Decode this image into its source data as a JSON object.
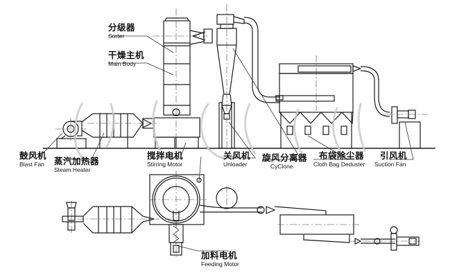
{
  "title": "Flash Dryer System Layout",
  "labels": {
    "sorter": {
      "cn": "分级器",
      "en": "Sorter"
    },
    "main_body": {
      "cn": "干燥主机",
      "en": "Main Body"
    },
    "blast_fan": {
      "cn": "鼓风机",
      "en": "Blast Fan"
    },
    "steam_heater": {
      "cn": "蒸汽加热器",
      "en": "Steam Heater"
    },
    "stirring_motor": {
      "cn": "搅拌电机",
      "en": "Stirring Motor"
    },
    "unloader": {
      "cn": "关风机",
      "en": "Unloader"
    },
    "cyclone": {
      "cn": "旋风分离器",
      "en": "CyClone"
    },
    "cloth_bag": {
      "cn": "布袋除尘器",
      "en": "Cloth Bag Deduster"
    },
    "suction_fan": {
      "cn": "引风机",
      "en": "Suction Fan"
    },
    "feeding_motor": {
      "cn": "加料电机",
      "en": "Feeding Motor"
    }
  },
  "views": [
    "elevation",
    "plan"
  ],
  "colors": {
    "line": "#1a1a1a",
    "watermark": "#c8c8c8",
    "background": "#ffffff"
  }
}
